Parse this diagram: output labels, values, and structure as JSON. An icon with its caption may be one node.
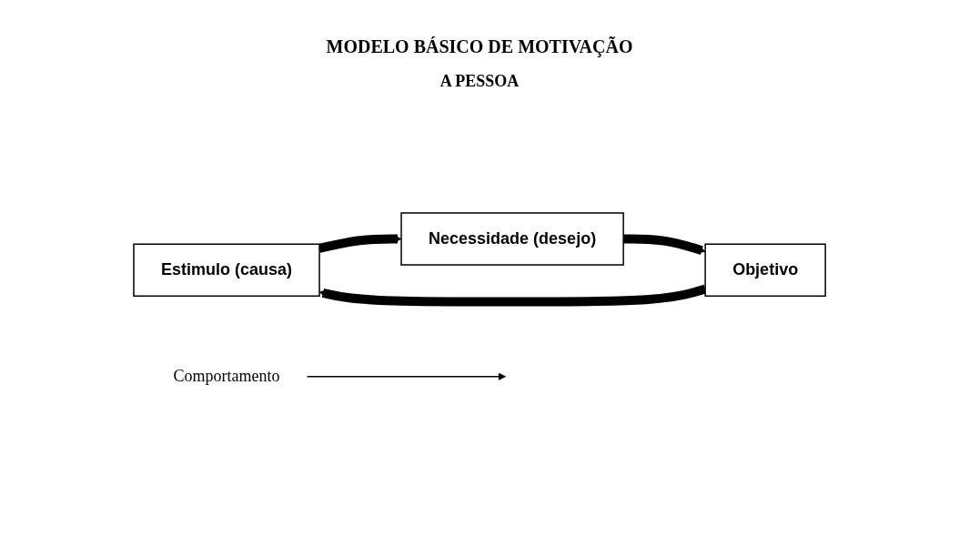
{
  "diagram": {
    "title": "MODELO BÁSICO DE MOTIVAÇÃO",
    "nodes": [
      {
        "text": [
          "Estimulo (causa)"
        ]
      },
      {
        "text": [
          "Necessidade (desejo)"
        ]
      },
      {
        "text": [
          "Objetivo"
        ]
      },
      {
        "text": [
          "Comportamento"
        ]
      }
    ],
    "edges": [
      {
        "from": 0,
        "to": 1,
        "arrow": "to"
      },
      {
        "from": 1,
        "to": 2,
        "arrow": "to"
      },
      {
        "from": 2,
        "to": 0,
        "arrow": "to"
      },
      {
        "from": 3,
        "to": null,
        "arrow": "to"
      }
    ],
    "labels": [
      "A PESSOA"
    ]
  }
}
